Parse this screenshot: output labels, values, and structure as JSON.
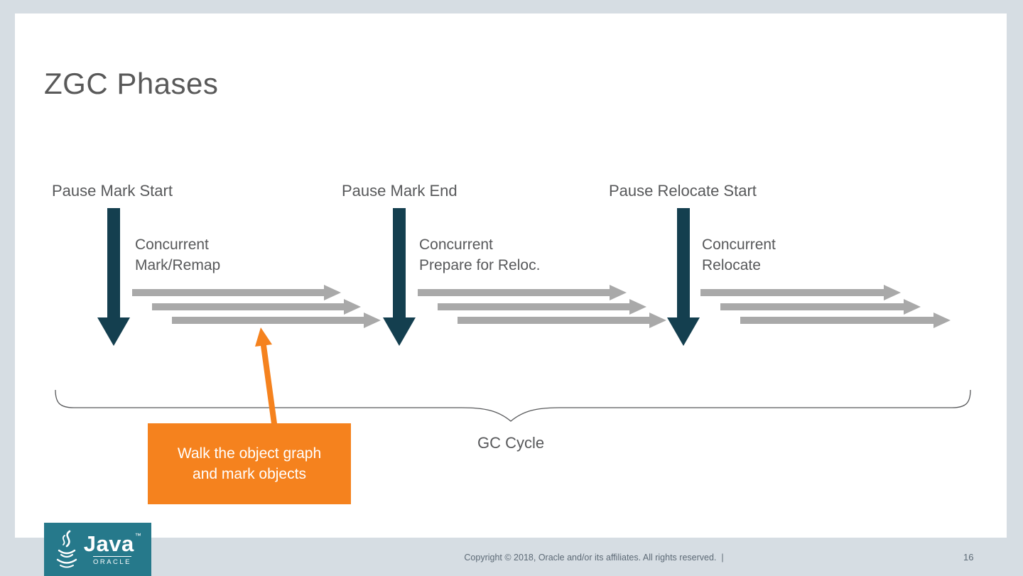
{
  "slide": {
    "title": "ZGC Phases",
    "footer": "Copyright © 2018, Oracle and/or its affiliates. All rights reserved.  |",
    "page_number": "16"
  },
  "phases": [
    {
      "pause_label": "Pause Mark Start",
      "concurrent_line1": "Concurrent",
      "concurrent_line2": "Mark/Remap"
    },
    {
      "pause_label": "Pause Mark End",
      "concurrent_line1": "Concurrent",
      "concurrent_line2": "Prepare for Reloc."
    },
    {
      "pause_label": "Pause Relocate Start",
      "concurrent_line1": "Concurrent",
      "concurrent_line2": "Relocate"
    }
  ],
  "brace_label": "GC Cycle",
  "callout": {
    "line1": "Walk the object graph",
    "line2": "and mark objects"
  },
  "logo": {
    "brand": "Java",
    "trademark": "™",
    "subbrand": "ORACLE"
  },
  "colors": {
    "background": "#d6dde3",
    "slide": "#ffffff",
    "title_text": "#595959",
    "label_text": "#57585a",
    "pause_arrow": "#143f4f",
    "concurrent_arrow": "#a9a9a9",
    "callout": "#f5821e",
    "callout_text": "#ffffff",
    "brace": "#58595b",
    "footer_text": "#5d6a76",
    "logo_background": "#26798b",
    "logo_text": "#ffffff"
  }
}
